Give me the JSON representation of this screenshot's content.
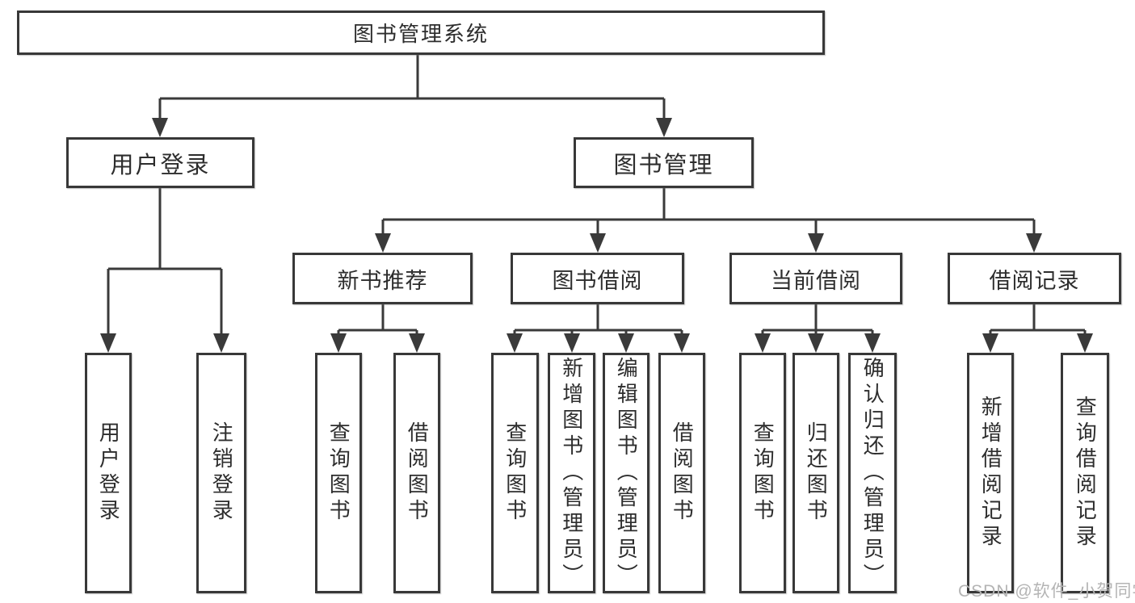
{
  "diagram": {
    "type": "function-decomposition-tree",
    "root": {
      "label": "图书管理系统",
      "children": [
        {
          "label": "用户登录",
          "children": [
            {
              "label": "用户登录"
            },
            {
              "label": "注销登录"
            }
          ]
        },
        {
          "label": "图书管理",
          "children": [
            {
              "label": "新书推荐",
              "children": [
                {
                  "label": "查询图书"
                },
                {
                  "label": "借阅图书"
                }
              ]
            },
            {
              "label": "图书借阅",
              "children": [
                {
                  "label": "查询图书"
                },
                {
                  "label": "新增图书（管理员）"
                },
                {
                  "label": "编辑图书（管理员）"
                },
                {
                  "label": "借阅图书"
                }
              ]
            },
            {
              "label": "当前借阅",
              "children": [
                {
                  "label": "查询图书"
                },
                {
                  "label": "归还图书"
                },
                {
                  "label": "确认归还（管理员）"
                }
              ]
            },
            {
              "label": "借阅记录",
              "children": [
                {
                  "label": "新增借阅记录"
                },
                {
                  "label": "查询借阅记录"
                }
              ]
            }
          ]
        }
      ]
    }
  },
  "watermark": {
    "text": "CSDN @软件_小贺同学"
  },
  "colors": {
    "line": "#3a3a3a",
    "box_border": "#383838",
    "text": "#2d2d2d",
    "background": "#ffffff",
    "watermark": "#b4b4b4"
  }
}
